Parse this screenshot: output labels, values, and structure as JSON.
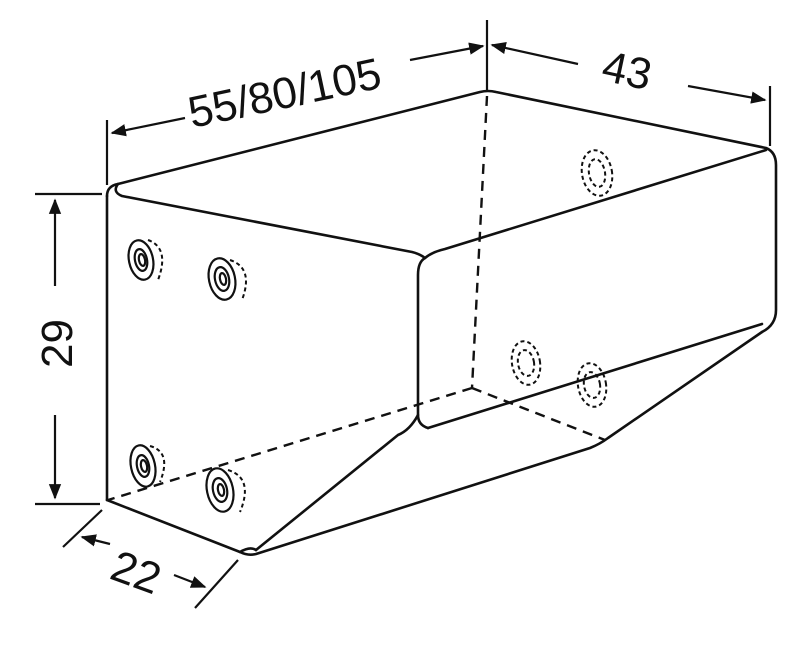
{
  "diagram": {
    "type": "technical-dimension-drawing",
    "subject": "bracket / box-shaped mounting bracket with threaded holes",
    "dimensions": {
      "length": "55/80/105",
      "depth": "43",
      "height": "29",
      "width": "22"
    },
    "colors": {
      "line": "#111111",
      "background": "#ffffff"
    }
  }
}
